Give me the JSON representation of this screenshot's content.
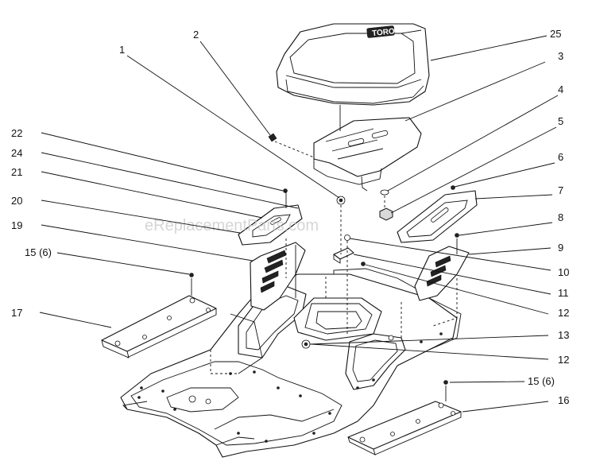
{
  "watermark": "eReplacementParts.com",
  "seat_brand": "TORO",
  "callouts": [
    {
      "id": "c1",
      "label": "1"
    },
    {
      "id": "c2",
      "label": "2"
    },
    {
      "id": "c25",
      "label": "25"
    },
    {
      "id": "c3",
      "label": "3"
    },
    {
      "id": "c4",
      "label": "4"
    },
    {
      "id": "c5",
      "label": "5"
    },
    {
      "id": "c6",
      "label": "6"
    },
    {
      "id": "c7",
      "label": "7"
    },
    {
      "id": "c8",
      "label": "8"
    },
    {
      "id": "c9",
      "label": "9"
    },
    {
      "id": "c10",
      "label": "10"
    },
    {
      "id": "c11",
      "label": "11"
    },
    {
      "id": "c12a",
      "label": "12"
    },
    {
      "id": "c13",
      "label": "13"
    },
    {
      "id": "c12b",
      "label": "12"
    },
    {
      "id": "c15b",
      "label": "15 (6)"
    },
    {
      "id": "c16",
      "label": "16"
    },
    {
      "id": "c22",
      "label": "22"
    },
    {
      "id": "c24",
      "label": "24"
    },
    {
      "id": "c21",
      "label": "21"
    },
    {
      "id": "c20",
      "label": "20"
    },
    {
      "id": "c19",
      "label": "19"
    },
    {
      "id": "c15a",
      "label": "15 (6)"
    },
    {
      "id": "c17",
      "label": "17"
    }
  ]
}
